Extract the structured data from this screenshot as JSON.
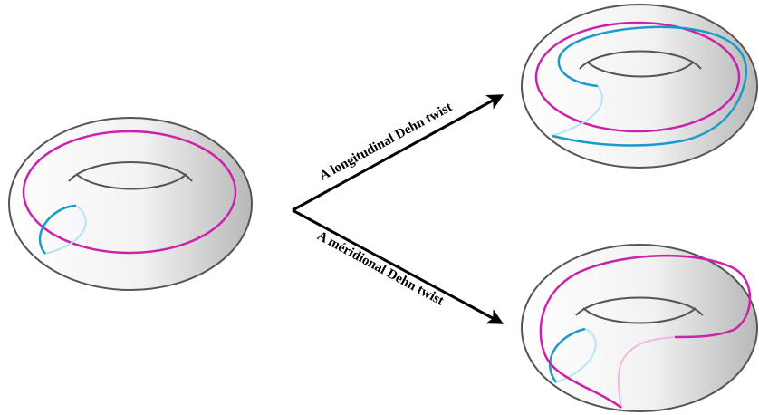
{
  "labels": {
    "longitudinal": "A longitudinal Dehn twist",
    "meridional": "A méridional Dehn twist"
  },
  "colors": {
    "torus_outline": "#555555",
    "longitude_curve": "#cc22aa",
    "longitude_curve_back": "#f0b8e4",
    "meridian_curve": "#1a9ac9",
    "meridian_curve_back": "#b9e3f1",
    "arrow": "#000000",
    "shading_light": "#ffffff",
    "shading_dark": "#bdbdbd"
  },
  "figures": [
    {
      "name": "original-torus",
      "depicts": "torus with meridian and longitude"
    },
    {
      "name": "longitudinal-twist-result",
      "depicts": "torus after longitudinal twist"
    },
    {
      "name": "meridional-twist-result",
      "depicts": "torus after meridional twist"
    }
  ]
}
